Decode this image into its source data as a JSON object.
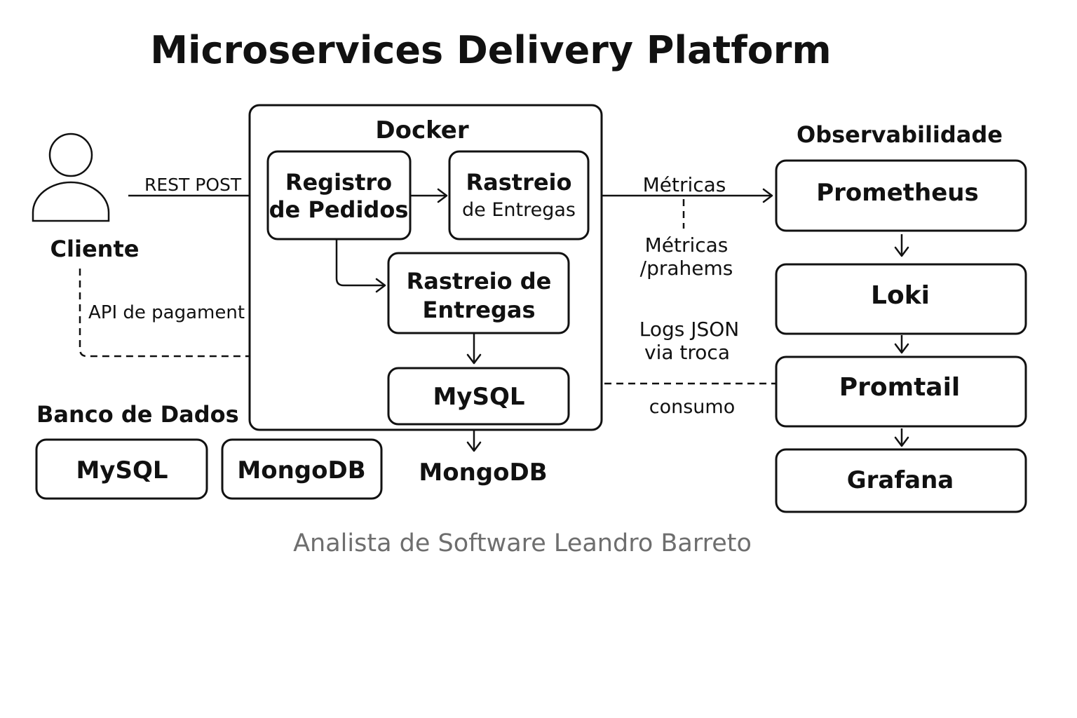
{
  "title": "Microservices Delivery Platform",
  "client": {
    "label": "Cliente",
    "icon": "user-icon",
    "rest_label": "REST POST",
    "payment_label": "API de pagament"
  },
  "docker": {
    "title": "Docker",
    "registro_line1": "Registro",
    "registro_line2": "de Pedidos",
    "rastreio_top_line1": "Rastreio",
    "rastreio_top_line2": "de Entregas",
    "rastreio_mid_line1": "Rastreio de",
    "rastreio_mid_line2": "Entregas",
    "mysql": "MySQL",
    "mongodb_below": "MongoDB"
  },
  "database": {
    "title": "Banco de Dados",
    "items": [
      "MySQL",
      "MongoDB"
    ]
  },
  "connectors": {
    "metricas": "Métricas",
    "metricas2_line1": "Métricas",
    "metricas2_line2": "/prahems",
    "logs_line1": "Logs JSON",
    "logs_line2": "via troca",
    "consumo": "consumo"
  },
  "observability": {
    "title": "Observabilidade",
    "stack": [
      "Prometheus",
      "Loki",
      "Promtail",
      "Grafana"
    ]
  },
  "author": "Analista de Software Leandro Barreto"
}
